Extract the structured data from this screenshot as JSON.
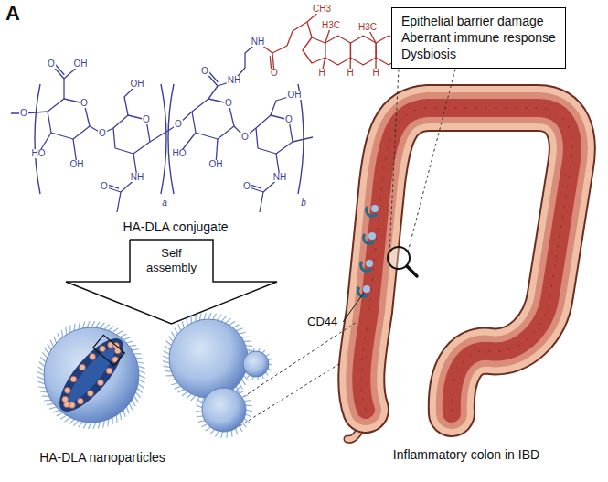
{
  "diagram": {
    "nodes": [
      {
        "text": [
          "Epithelial barrier damage",
          "Aberrant immune response",
          "Dysbiosis"
        ]
      },
      {
        "text": [
          "Self assembly"
        ]
      }
    ],
    "labels": [
      "A",
      "O",
      "OH",
      "O",
      "O",
      "HO",
      "OH",
      "O",
      "O",
      "OH",
      "NH",
      "O",
      "a",
      "O",
      "O",
      "O",
      "NH",
      "NH",
      "O",
      "HO",
      "OH",
      "O",
      "O",
      "OH",
      "NH",
      "O",
      "b",
      "CH3",
      "H3C",
      "H3C",
      "H",
      "H",
      "H",
      "O",
      "HA-DLA conjugate",
      "HA-DLA nanoparticles",
      "CD44",
      "Inflammatory colon in IBD"
    ]
  }
}
